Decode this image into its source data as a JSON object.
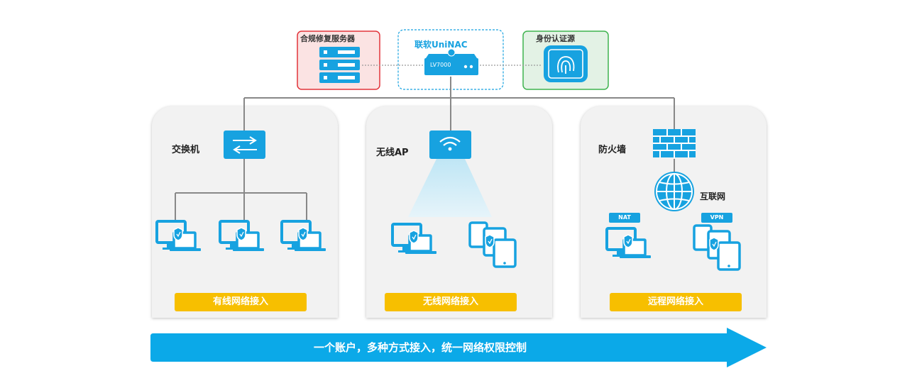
{
  "top": {
    "compliance_server_label": "合规修复服务器",
    "nac_label": "联软UniNAC",
    "nac_device_label": "LV7000",
    "identity_source_label": "身份认证源"
  },
  "sections": {
    "wired": {
      "device_label": "交换机",
      "access_label": "有线网络接入"
    },
    "wireless": {
      "device_label": "无线AP",
      "access_label": "无线网络接入"
    },
    "remote": {
      "device_label": "防火墙",
      "internet_label": "互联网",
      "nat_label": "NAT",
      "vpn_label": "VPN",
      "access_label": "远程网络接入"
    }
  },
  "banner": {
    "text": "一个账户，多种方式接入，统一网络权限控制"
  },
  "colors": {
    "accent": "#17a2e0",
    "pill": "#f7bf00",
    "red_border": "#e2343b",
    "green_border": "#3fb34f"
  }
}
